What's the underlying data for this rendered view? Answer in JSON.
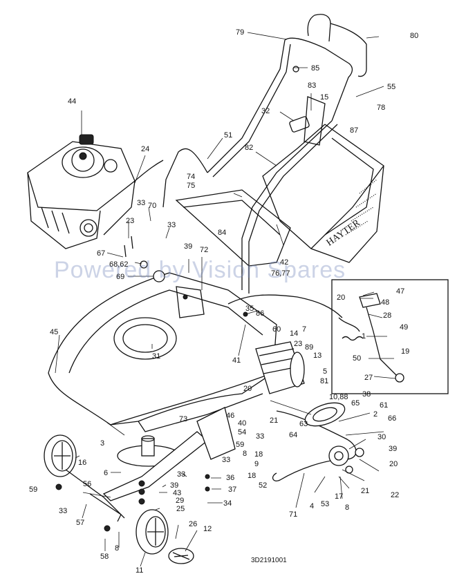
{
  "watermark": "Powered by Vision Spares",
  "drawing_code": "3D2191001",
  "brand_on_catcher": "HAYTER",
  "callouts": [
    {
      "id": "c79",
      "text": "79"
    },
    {
      "id": "c80",
      "text": "80"
    },
    {
      "id": "c85",
      "text": "85"
    },
    {
      "id": "c55",
      "text": "55"
    },
    {
      "id": "c83",
      "text": "83"
    },
    {
      "id": "c15",
      "text": "15"
    },
    {
      "id": "c78",
      "text": "78"
    },
    {
      "id": "c32",
      "text": "32"
    },
    {
      "id": "c87",
      "text": "87"
    },
    {
      "id": "c44",
      "text": "44"
    },
    {
      "id": "c24",
      "text": "24"
    },
    {
      "id": "c51",
      "text": "51"
    },
    {
      "id": "c82",
      "text": "82"
    },
    {
      "id": "c74",
      "text": "74"
    },
    {
      "id": "c75",
      "text": "75"
    },
    {
      "id": "c33a",
      "text": "33"
    },
    {
      "id": "c70",
      "text": "70"
    },
    {
      "id": "c23a",
      "text": "23"
    },
    {
      "id": "c33b",
      "text": "33"
    },
    {
      "id": "c84",
      "text": "84"
    },
    {
      "id": "c67",
      "text": "67"
    },
    {
      "id": "c39a",
      "text": "39"
    },
    {
      "id": "c72",
      "text": "72"
    },
    {
      "id": "c42",
      "text": "42"
    },
    {
      "id": "c6862",
      "text": "68,62"
    },
    {
      "id": "c7677",
      "text": "76,77"
    },
    {
      "id": "c69",
      "text": "69"
    },
    {
      "id": "c47",
      "text": "47"
    },
    {
      "id": "c48",
      "text": "48"
    },
    {
      "id": "c20a",
      "text": "20"
    },
    {
      "id": "c28",
      "text": "28"
    },
    {
      "id": "c49",
      "text": "49"
    },
    {
      "id": "c1",
      "text": "1"
    },
    {
      "id": "c50",
      "text": "50"
    },
    {
      "id": "c19",
      "text": "19"
    },
    {
      "id": "c27",
      "text": "27"
    },
    {
      "id": "c35",
      "text": "35"
    },
    {
      "id": "c86",
      "text": "86"
    },
    {
      "id": "c45",
      "text": "45"
    },
    {
      "id": "c60",
      "text": "60"
    },
    {
      "id": "c14",
      "text": "14"
    },
    {
      "id": "c23b",
      "text": "23"
    },
    {
      "id": "c89",
      "text": "89"
    },
    {
      "id": "c7",
      "text": "7"
    },
    {
      "id": "c13",
      "text": "13"
    },
    {
      "id": "c31",
      "text": "31"
    },
    {
      "id": "c41",
      "text": "41"
    },
    {
      "id": "c5",
      "text": "5"
    },
    {
      "id": "c81",
      "text": "81"
    },
    {
      "id": "c20b",
      "text": "20"
    },
    {
      "id": "c1088",
      "text": "10,88"
    },
    {
      "id": "c38",
      "text": "38"
    },
    {
      "id": "c65",
      "text": "65"
    },
    {
      "id": "c61",
      "text": "61"
    },
    {
      "id": "c21a",
      "text": "21"
    },
    {
      "id": "c63",
      "text": "63"
    },
    {
      "id": "c2",
      "text": "2"
    },
    {
      "id": "c66",
      "text": "66"
    },
    {
      "id": "c46",
      "text": "46"
    },
    {
      "id": "c73",
      "text": "73"
    },
    {
      "id": "c40",
      "text": "40"
    },
    {
      "id": "c54",
      "text": "54"
    },
    {
      "id": "c33c",
      "text": "33"
    },
    {
      "id": "c64",
      "text": "64"
    },
    {
      "id": "c30",
      "text": "30"
    },
    {
      "id": "c3",
      "text": "3"
    },
    {
      "id": "c18a",
      "text": "18"
    },
    {
      "id": "c59a",
      "text": "59"
    },
    {
      "id": "c39b",
      "text": "39"
    },
    {
      "id": "c8a",
      "text": "8"
    },
    {
      "id": "c9",
      "text": "9"
    },
    {
      "id": "c16",
      "text": "16"
    },
    {
      "id": "c33d",
      "text": "33"
    },
    {
      "id": "c18b",
      "text": "18"
    },
    {
      "id": "c20c",
      "text": "20"
    },
    {
      "id": "c52",
      "text": "52"
    },
    {
      "id": "c6",
      "text": "6"
    },
    {
      "id": "c33e",
      "text": "33"
    },
    {
      "id": "c36",
      "text": "36"
    },
    {
      "id": "c56",
      "text": "56"
    },
    {
      "id": "c39c",
      "text": "39"
    },
    {
      "id": "c37",
      "text": "37"
    },
    {
      "id": "c21b",
      "text": "21"
    },
    {
      "id": "c22",
      "text": "22"
    },
    {
      "id": "c59b",
      "text": "59"
    },
    {
      "id": "c43",
      "text": "43"
    },
    {
      "id": "c29",
      "text": "29"
    },
    {
      "id": "c34",
      "text": "34"
    },
    {
      "id": "c4",
      "text": "4"
    },
    {
      "id": "c17",
      "text": "17"
    },
    {
      "id": "c33f",
      "text": "33"
    },
    {
      "id": "c25",
      "text": "25"
    },
    {
      "id": "c71",
      "text": "71"
    },
    {
      "id": "c53",
      "text": "53"
    },
    {
      "id": "c8b",
      "text": "8"
    },
    {
      "id": "c57",
      "text": "57"
    },
    {
      "id": "c26",
      "text": "26"
    },
    {
      "id": "c12",
      "text": "12"
    },
    {
      "id": "c58",
      "text": "58"
    },
    {
      "id": "c8c",
      "text": "8"
    },
    {
      "id": "c11",
      "text": "11"
    }
  ]
}
